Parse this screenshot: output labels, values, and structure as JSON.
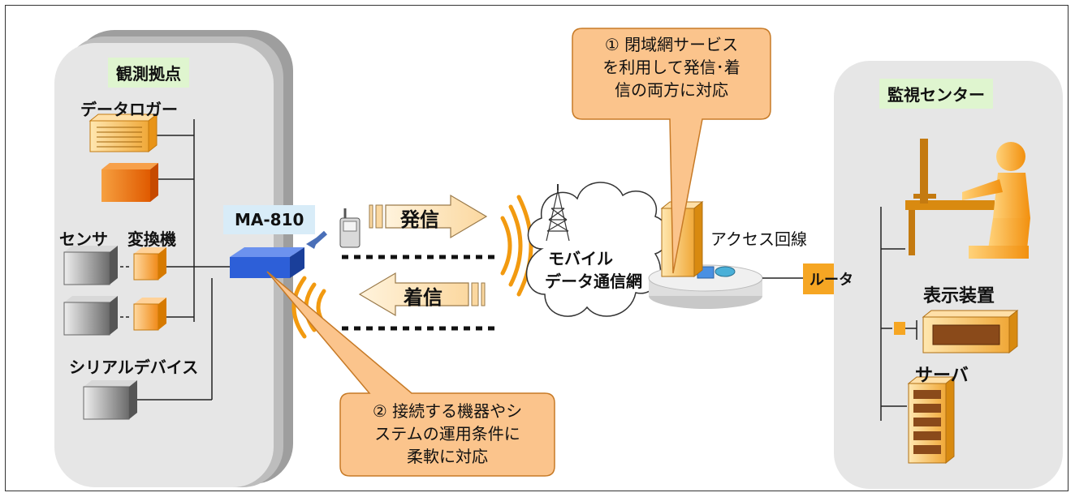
{
  "observation_site": {
    "title": "観測拠点",
    "datalogger_label": "データロガー",
    "sensor_label": "センサ",
    "converter_label": "変換機",
    "serial_device_label": "シリアルデバイス",
    "router_model_label": "MA-810"
  },
  "communication": {
    "send_label": "発信",
    "receive_label": "着信",
    "network_label_line1": "モバイル",
    "network_label_line2": "データ通信網",
    "access_line_label": "アクセス回線"
  },
  "callouts": {
    "closed_network": [
      "① 閉域網サービス",
      "を利用して発信･着",
      "信の両方に対応"
    ],
    "flexible": [
      "② 接続する機器やシ",
      "ステムの運用条件に",
      "柔軟に対応"
    ]
  },
  "monitoring_center": {
    "title": "監視センター",
    "router_label": "ルータ",
    "display_label": "表示装置",
    "server_label": "サーバ"
  },
  "colors": {
    "panel": "#e6e6e6",
    "panel_shadow": "#b0b0b0",
    "tag_bg": "#dff5cf",
    "callout_fill": "#fbc48c",
    "callout_stroke": "#c77a26",
    "arrow_fill": "#fde3b8",
    "device_orange": "#f28a1e",
    "device_blue": "#2d5fd8",
    "router_box": "#f6a623",
    "signal": "#f29a10"
  }
}
